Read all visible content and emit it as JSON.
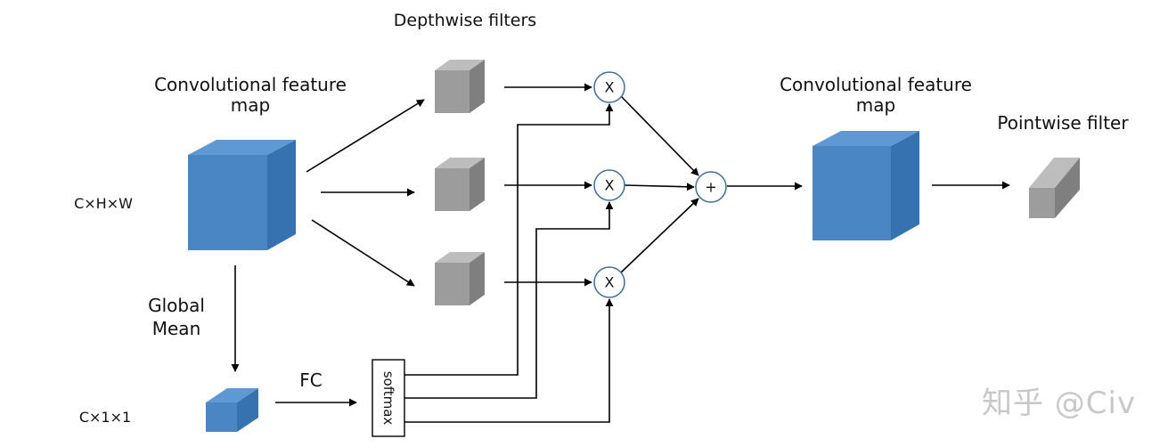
{
  "labels": {
    "depthwise_filters": "Depthwise filters",
    "conv_feature_map_left_line1": "Convolutional feature",
    "conv_feature_map_left_line2": "map",
    "conv_feature_map_right_line1": "Convolutional feature",
    "conv_feature_map_right_line2": "map",
    "pointwise_filter": "Pointwise filter",
    "input_shape": "C×H×W",
    "global_mean_line1": "Global",
    "global_mean_line2": "Mean",
    "pooled_shape": "C×1×1",
    "fc": "FC",
    "softmax": "softmax"
  },
  "operators": {
    "multiply": "X",
    "add": "+"
  },
  "watermark": "知乎 @Civ",
  "colors": {
    "feature_map_front": "#4a86c4",
    "feature_map_side": "#3772b0",
    "feature_map_top": "#5e99d4",
    "filter_front": "#9c9c9c",
    "filter_side": "#7f7f7f",
    "filter_top": "#bdbdbd",
    "operator_ring": "#3f6d9c",
    "line": "#000000"
  },
  "icons": {
    "feature_map": "blue-cube-icon",
    "depthwise_filter": "gray-cube-icon",
    "pointwise_filter": "gray-slab-icon"
  }
}
